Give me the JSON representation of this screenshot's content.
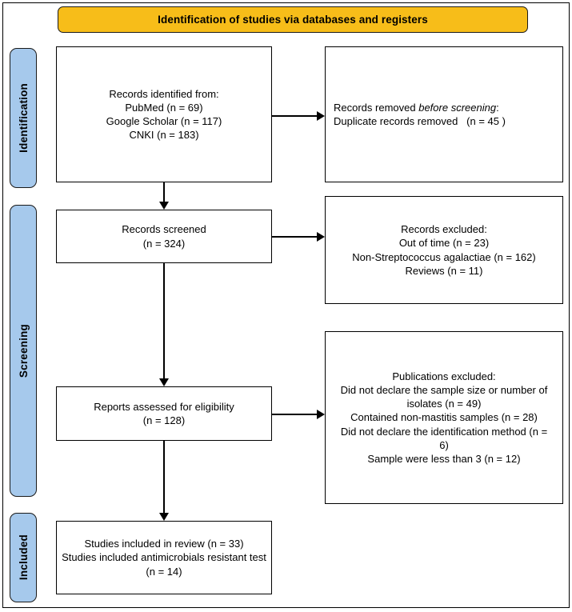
{
  "banner": {
    "title": "Identification of studies via databases and registers"
  },
  "stages": [
    {
      "name": "identification",
      "label": "Identification"
    },
    {
      "name": "screening",
      "label": "Screening"
    },
    {
      "name": "included",
      "label": "Included"
    }
  ],
  "boxes": {
    "identified": {
      "line1": "Records identified from:",
      "line2": "PubMed (n = 69)",
      "line3": "Google Scholar (n = 117)",
      "line4": "CNKI (n = 183)"
    },
    "removed": {
      "line1_prefix": "Records removed ",
      "line1_italic": "before screening",
      "line1_suffix": ":",
      "line2": "Duplicate records removed   (n = 45 )"
    },
    "screened": {
      "line1": "Records screened",
      "line2": "(n = 324)"
    },
    "excluded": {
      "line1": "Records excluded:",
      "line2": "Out of time (n = 23)",
      "line3": "Non-Streptococcus agalactiae (n = 162)",
      "line4": "Reviews (n = 11)"
    },
    "eligibility": {
      "line1": "Reports assessed for eligibility",
      "line2": "(n = 128)"
    },
    "publications": {
      "line1": "Publications excluded:",
      "line2": "Did not declare the sample size or number of isolates (n = 49)",
      "line3": "Contained non-mastitis samples (n = 28)",
      "line4": "Did not declare the identification method (n = 6)",
      "line5": "Sample were less than 3 (n = 12)"
    },
    "included": {
      "line1": "Studies included in review (n = 33)",
      "line2": "Studies included antimicrobials resistant test (n = 14)"
    }
  },
  "colors": {
    "banner": "#F7BD19",
    "stage_pill": "#A6C9EC",
    "box_border": "#000000",
    "text": "#000000"
  }
}
